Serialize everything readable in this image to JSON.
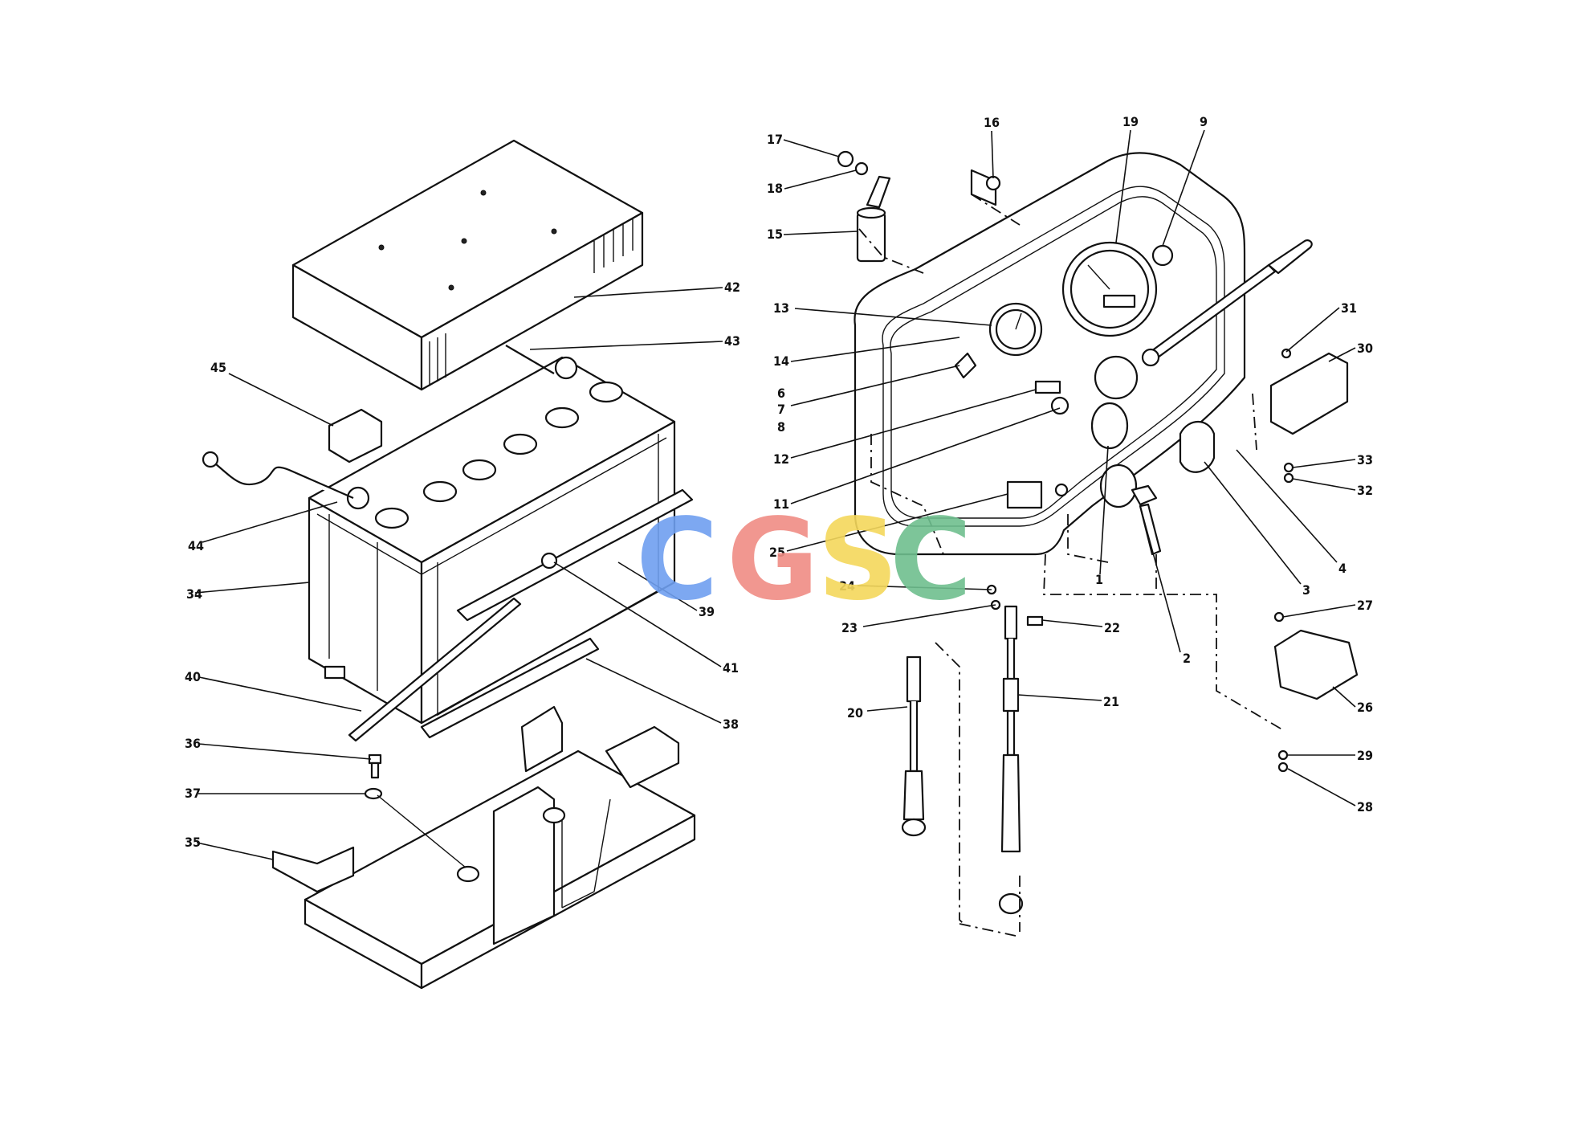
{
  "watermark": {
    "letters": [
      {
        "char": "C",
        "color": "#6f9ff0"
      },
      {
        "char": "G",
        "color": "#f08c84"
      },
      {
        "char": "S",
        "color": "#f5d85c"
      },
      {
        "char": "C",
        "color": "#6fbf8f"
      }
    ]
  },
  "callouts": {
    "c1": "1",
    "c2": "2",
    "c3": "3",
    "c4": "4",
    "c6": "6",
    "c7": "7",
    "c8": "8",
    "c9": "9",
    "c11": "11",
    "c12": "12",
    "c13": "13",
    "c14": "14",
    "c15": "15",
    "c16": "16",
    "c17": "17",
    "c18": "18",
    "c19": "19",
    "c20": "20",
    "c21": "21",
    "c22": "22",
    "c23": "23",
    "c24": "24",
    "c25": "25",
    "c26": "26",
    "c27": "27",
    "c28": "28",
    "c29": "29",
    "c30": "30",
    "c31": "31",
    "c32": "32",
    "c33": "33",
    "c34": "34",
    "c35": "35",
    "c36": "36",
    "c37": "37",
    "c38": "38",
    "c39": "39",
    "c40": "40",
    "c41": "41",
    "c42": "42",
    "c43": "43",
    "c44": "44",
    "c45": "45"
  }
}
